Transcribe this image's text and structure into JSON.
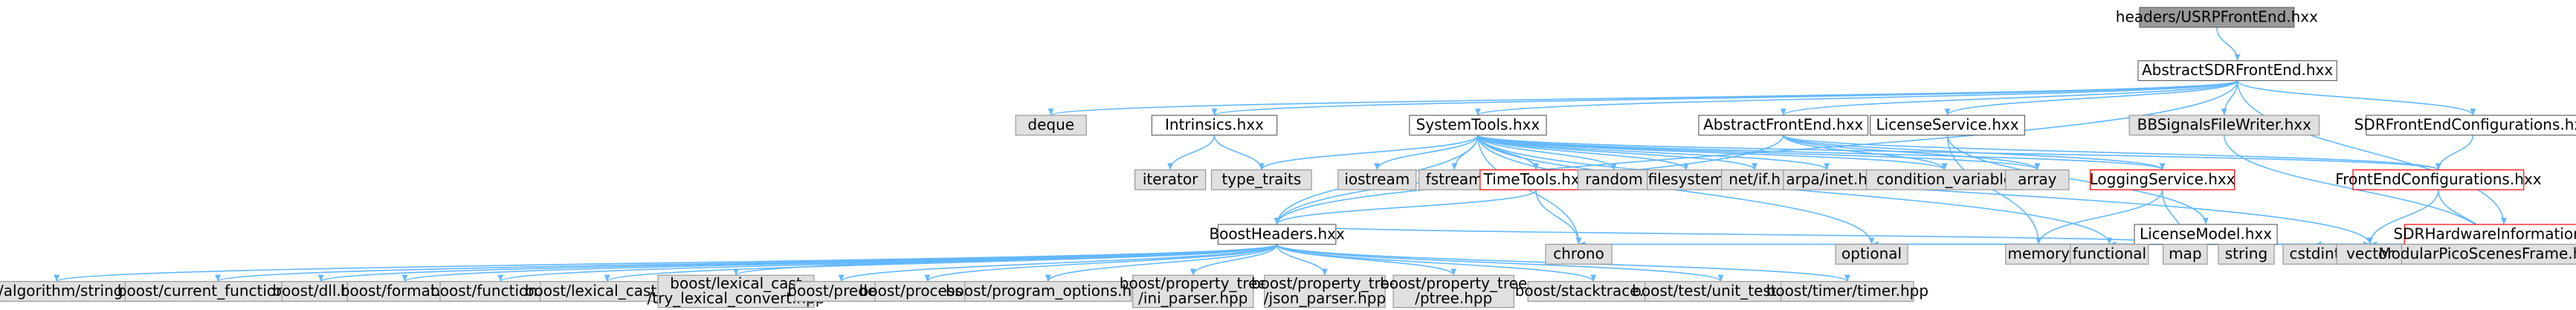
{
  "colors": {
    "edge": "#63b8ff",
    "root_fill": "#999999",
    "root_stroke": "#666666",
    "ext_fill": "#e0e0e0",
    "ext_stroke": "#999999",
    "local_fill": "#ffffff",
    "local_stroke": "#666666",
    "red_stroke": "#ff0000"
  },
  "nodes": [
    {
      "id": "root",
      "label": "headers/USRPFrontEnd.hxx",
      "kind": "root"
    },
    {
      "id": "asdr",
      "label": "AbstractSDRFrontEnd.hxx",
      "kind": "local"
    },
    {
      "id": "deque",
      "label": "deque",
      "kind": "ext"
    },
    {
      "id": "intr",
      "label": "Intrinsics.hxx",
      "kind": "local"
    },
    {
      "id": "iter",
      "label": "iterator",
      "kind": "ext"
    },
    {
      "id": "tt",
      "label": "type_traits",
      "kind": "ext"
    },
    {
      "id": "sys",
      "label": "SystemTools.hxx",
      "kind": "local"
    },
    {
      "id": "ios",
      "label": "iostream",
      "kind": "ext"
    },
    {
      "id": "fst",
      "label": "fstream",
      "kind": "ext"
    },
    {
      "id": "time",
      "label": "TimeTools.hxx",
      "kind": "red"
    },
    {
      "id": "rnd",
      "label": "random",
      "kind": "ext"
    },
    {
      "id": "fs",
      "label": "filesystem",
      "kind": "ext"
    },
    {
      "id": "netif",
      "label": "net/if.h",
      "kind": "ext"
    },
    {
      "id": "arpa",
      "label": "arpa/inet.h",
      "kind": "ext"
    },
    {
      "id": "afe",
      "label": "AbstractFrontEnd.hxx",
      "kind": "local"
    },
    {
      "id": "cv",
      "label": "condition_variable",
      "kind": "ext"
    },
    {
      "id": "arr",
      "label": "array",
      "kind": "ext"
    },
    {
      "id": "lsvc",
      "label": "LicenseService.hxx",
      "kind": "local"
    },
    {
      "id": "log",
      "label": "LoggingService.hxx",
      "kind": "red"
    },
    {
      "id": "lmod",
      "label": "LicenseModel.hxx",
      "kind": "local"
    },
    {
      "id": "bbs",
      "label": "BBSignalsFileWriter.hxx",
      "kind": "ext"
    },
    {
      "id": "sdrh",
      "label": "SDRHardwareInformation.hxx",
      "kind": "red"
    },
    {
      "id": "sdrc",
      "label": "SDRFrontEndConfigurations.hxx",
      "kind": "local"
    },
    {
      "id": "fec",
      "label": "FrontEndConfigurations.hxx",
      "kind": "red"
    },
    {
      "id": "bh",
      "label": "BoostHeaders.hxx",
      "kind": "local"
    },
    {
      "id": "chr",
      "label": "chrono",
      "kind": "ext"
    },
    {
      "id": "opt",
      "label": "optional",
      "kind": "ext"
    },
    {
      "id": "mem",
      "label": "memory",
      "kind": "ext"
    },
    {
      "id": "func",
      "label": "functional",
      "kind": "ext"
    },
    {
      "id": "map",
      "label": "map",
      "kind": "ext"
    },
    {
      "id": "str",
      "label": "string",
      "kind": "ext"
    },
    {
      "id": "cstd",
      "label": "cstdint",
      "kind": "ext"
    },
    {
      "id": "vec",
      "label": "vector",
      "kind": "ext"
    },
    {
      "id": "mpf",
      "label": "ModularPicoScenesFrame.hxx",
      "kind": "ext"
    },
    {
      "id": "b1",
      "label": "boost/algorithm/string.hpp",
      "kind": "ext"
    },
    {
      "id": "b2",
      "label": "boost/current_function.hpp",
      "kind": "ext"
    },
    {
      "id": "b3",
      "label": "boost/dll.hpp",
      "kind": "ext"
    },
    {
      "id": "b4",
      "label": "boost/format.hpp",
      "kind": "ext"
    },
    {
      "id": "b5",
      "label": "boost/function.hpp",
      "kind": "ext"
    },
    {
      "id": "b6",
      "label": "boost/lexical_cast.hpp",
      "kind": "ext"
    },
    {
      "id": "b7",
      "label": "boost/lexical_cast\n/try_lexical_convert.hpp",
      "kind": "ext"
    },
    {
      "id": "b8",
      "label": "boost/predef.h",
      "kind": "ext"
    },
    {
      "id": "b9",
      "label": "boost/process.hpp",
      "kind": "ext"
    },
    {
      "id": "b10",
      "label": "boost/program_options.hpp",
      "kind": "ext"
    },
    {
      "id": "b11",
      "label": "boost/property_tree\n/ini_parser.hpp",
      "kind": "ext"
    },
    {
      "id": "b12",
      "label": "boost/property_tree\n/json_parser.hpp",
      "kind": "ext"
    },
    {
      "id": "b13",
      "label": "boost/property_tree\n/ptree.hpp",
      "kind": "ext"
    },
    {
      "id": "b14",
      "label": "boost/stacktrace.hpp",
      "kind": "ext"
    },
    {
      "id": "b15",
      "label": "boost/test/unit_test.hpp",
      "kind": "ext"
    },
    {
      "id": "b16",
      "label": "boost/timer/timer.hpp",
      "kind": "ext"
    }
  ],
  "edges": [
    [
      "root",
      "asdr"
    ],
    [
      "asdr",
      "deque"
    ],
    [
      "asdr",
      "intr"
    ],
    [
      "asdr",
      "sys"
    ],
    [
      "asdr",
      "afe"
    ],
    [
      "asdr",
      "lsvc"
    ],
    [
      "asdr",
      "bbs"
    ],
    [
      "asdr",
      "sdrh"
    ],
    [
      "asdr",
      "sdrc"
    ],
    [
      "asdr",
      "bh"
    ],
    [
      "intr",
      "iter"
    ],
    [
      "intr",
      "tt"
    ],
    [
      "sys",
      "tt"
    ],
    [
      "sys",
      "ios"
    ],
    [
      "sys",
      "fst"
    ],
    [
      "sys",
      "time"
    ],
    [
      "sys",
      "rnd"
    ],
    [
      "sys",
      "fs"
    ],
    [
      "sys",
      "netif"
    ],
    [
      "sys",
      "arpa"
    ],
    [
      "sys",
      "cv"
    ],
    [
      "sys",
      "arr"
    ],
    [
      "sys",
      "log"
    ],
    [
      "sys",
      "chr"
    ],
    [
      "sys",
      "bh"
    ],
    [
      "sys",
      "opt"
    ],
    [
      "sys",
      "func"
    ],
    [
      "sys",
      "fec"
    ],
    [
      "sys",
      "vec"
    ],
    [
      "time",
      "bh"
    ],
    [
      "time",
      "chr"
    ],
    [
      "afe",
      "cv"
    ],
    [
      "afe",
      "arr"
    ],
    [
      "afe",
      "log"
    ],
    [
      "afe",
      "fec"
    ],
    [
      "afe",
      "bh"
    ],
    [
      "lsvc",
      "lmod"
    ],
    [
      "lsvc",
      "mem"
    ],
    [
      "lmod",
      "bh"
    ],
    [
      "lmod",
      "chr"
    ],
    [
      "lmod",
      "opt"
    ],
    [
      "lmod",
      "func"
    ],
    [
      "lmod",
      "map"
    ],
    [
      "lmod",
      "str"
    ],
    [
      "lmod",
      "vec"
    ],
    [
      "log",
      "mem"
    ],
    [
      "log",
      "map"
    ],
    [
      "bbs",
      "mpf"
    ],
    [
      "sdrh",
      "map"
    ],
    [
      "sdrh",
      "str"
    ],
    [
      "sdrh",
      "cstd"
    ],
    [
      "sdrh",
      "vec"
    ],
    [
      "sdrc",
      "fec"
    ],
    [
      "fec",
      "vec"
    ],
    [
      "fec",
      "mpf"
    ],
    [
      "bh",
      "b1"
    ],
    [
      "bh",
      "b2"
    ],
    [
      "bh",
      "b3"
    ],
    [
      "bh",
      "b4"
    ],
    [
      "bh",
      "b5"
    ],
    [
      "bh",
      "b6"
    ],
    [
      "bh",
      "b7"
    ],
    [
      "bh",
      "b8"
    ],
    [
      "bh",
      "b9"
    ],
    [
      "bh",
      "b10"
    ],
    [
      "bh",
      "b11"
    ],
    [
      "bh",
      "b12"
    ],
    [
      "bh",
      "b13"
    ],
    [
      "bh",
      "b14"
    ],
    [
      "bh",
      "b15"
    ],
    [
      "bh",
      "b16"
    ]
  ]
}
